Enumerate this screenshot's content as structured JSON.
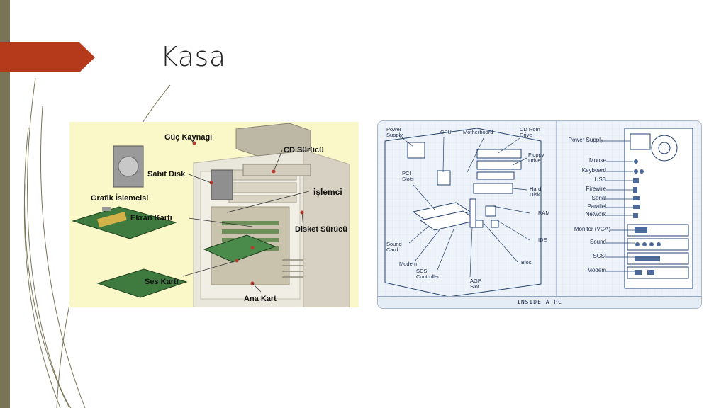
{
  "slide": {
    "title": "Kasa",
    "accent_color": "#b53a1c",
    "bar_color": "#7a7456"
  },
  "left_diagram": {
    "labels": {
      "power_supply": "Güç Kaynagı",
      "cd_drive": "CD Sürücü",
      "hard_disk": "Sabit Disk",
      "graphics_processor": "Grafik İslemcisi",
      "processor": "işlemci",
      "video_card": "Ekran Kartı",
      "floppy_drive": "Disket Sürücü",
      "sound_card": "Ses Kartı",
      "motherboard": "Ana Kart"
    }
  },
  "right_diagram": {
    "labels": {
      "power_supply": "Power\nSupply",
      "cpu": "CPU",
      "motherboard": "Motherboard",
      "cd_rom": "CD Rom\nDrive",
      "floppy": "Floppy\nDrive",
      "pci": "PCI\nSlots",
      "hard_disk": "Hard\nDisk",
      "ram": "RAM",
      "ide": "IDE",
      "sound_card": "Sound\nCard",
      "modem": "Modem",
      "scsi_controller": "SCSI\nController",
      "agp": "AGP\nSlot",
      "bios": "Bios"
    },
    "ports": {
      "power_supply": "Power Supply",
      "mouse": "Mouse",
      "keyboard": "Keyboard",
      "usb": "USB",
      "firewire": "Firewire",
      "serial": "Serial",
      "parallel": "Parallel",
      "network": "Network",
      "monitor": "Monitor (VGA)",
      "sound": "Sound",
      "scsi": "SCSI",
      "modem": "Modem"
    },
    "footer": "INSIDE A PC"
  }
}
